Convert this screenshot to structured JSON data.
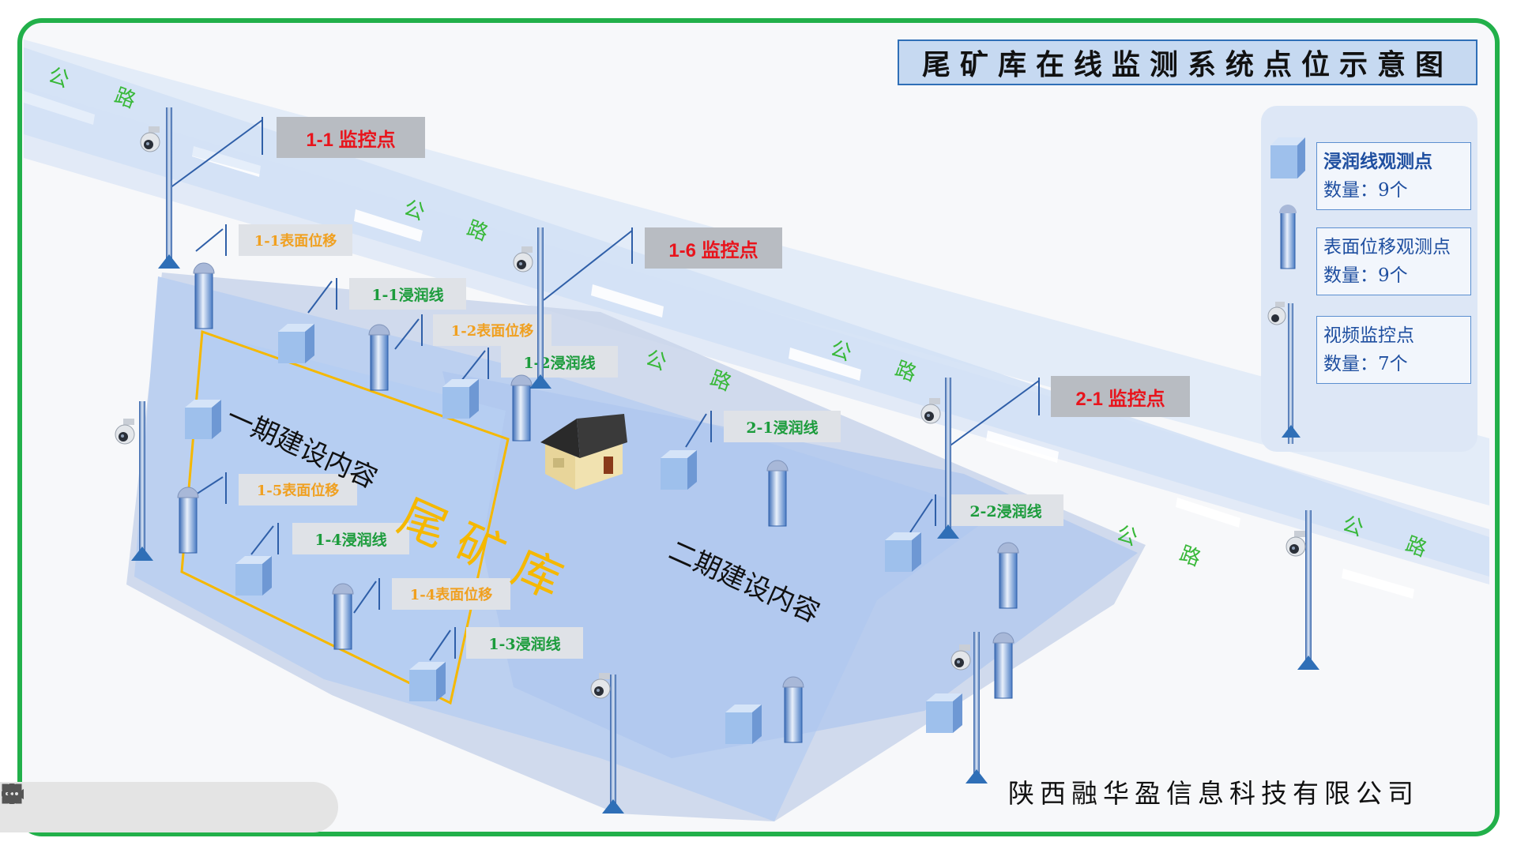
{
  "title": "尾矿库在线监测系统点位示意图",
  "company": "陕西融华盈信息科技有限公司",
  "areas": {
    "tailings": "尾 矿 库",
    "phase1": "一期建设内容",
    "phase2": "二期建设内容"
  },
  "road_label": [
    "公",
    "路"
  ],
  "legend": [
    {
      "label": "浸润线观测点",
      "count": "数量：9个",
      "icon": "cube-icon"
    },
    {
      "label": "表面位移观测点",
      "count": "数量：9个",
      "icon": "pillar-icon"
    },
    {
      "label": "视频监控点",
      "count": "数量：7个",
      "icon": "camera-pole-icon"
    }
  ],
  "labels": {
    "mon_1_1": "1-1 监控点",
    "mon_1_6": "1-6 监控点",
    "mon_2_1": "2-1 监控点",
    "sd_1_1": "1-1表面位移",
    "sd_1_2": "1-2表面位移",
    "sd_1_5": "1-5表面位移",
    "sd_1_4": "1-4表面位移",
    "ps_1_1": "1-1浸润线",
    "ps_1_2": "1-2浸润线",
    "ps_2_1": "2-1浸润线",
    "ps_2_2": "2-2浸润线",
    "ps_1_4": "1-4浸润线",
    "ps_1_3": "1-3浸润线"
  },
  "colors": {
    "monitor_text": "#e8141c",
    "displacement_text": "#f0a020",
    "piezometer_text": "#1c9c3c",
    "road_text": "#38b838",
    "tailings_text": "#f5b800",
    "frame": "#22b04a"
  },
  "toolbar": [
    "prev-icon",
    "play-icon",
    "pen-icon",
    "focus-icon",
    "camera-icon",
    "comment-icon",
    "more-icon",
    "collapse-icon"
  ]
}
